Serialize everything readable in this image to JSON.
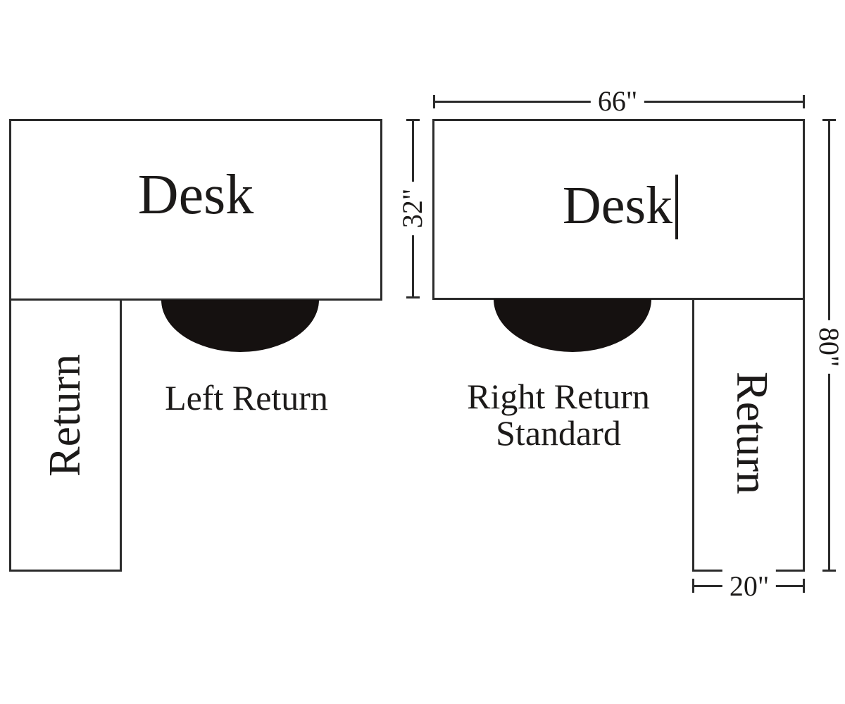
{
  "diagram": {
    "left_config": {
      "desk_label": "Desk",
      "return_label": "Return",
      "caption": "Left Return"
    },
    "right_config": {
      "desk_label": "Desk",
      "return_label": "Return",
      "caption_line1": "Right Return",
      "caption_line2": "Standard"
    },
    "dimensions": {
      "desk_width": "66\"",
      "desk_depth": "32\"",
      "overall_depth": "80\"",
      "return_width": "20\""
    },
    "colors": {
      "line": "#2b2b2b",
      "text": "#1c1a19",
      "chair": "#151110",
      "background": "#ffffff"
    }
  }
}
